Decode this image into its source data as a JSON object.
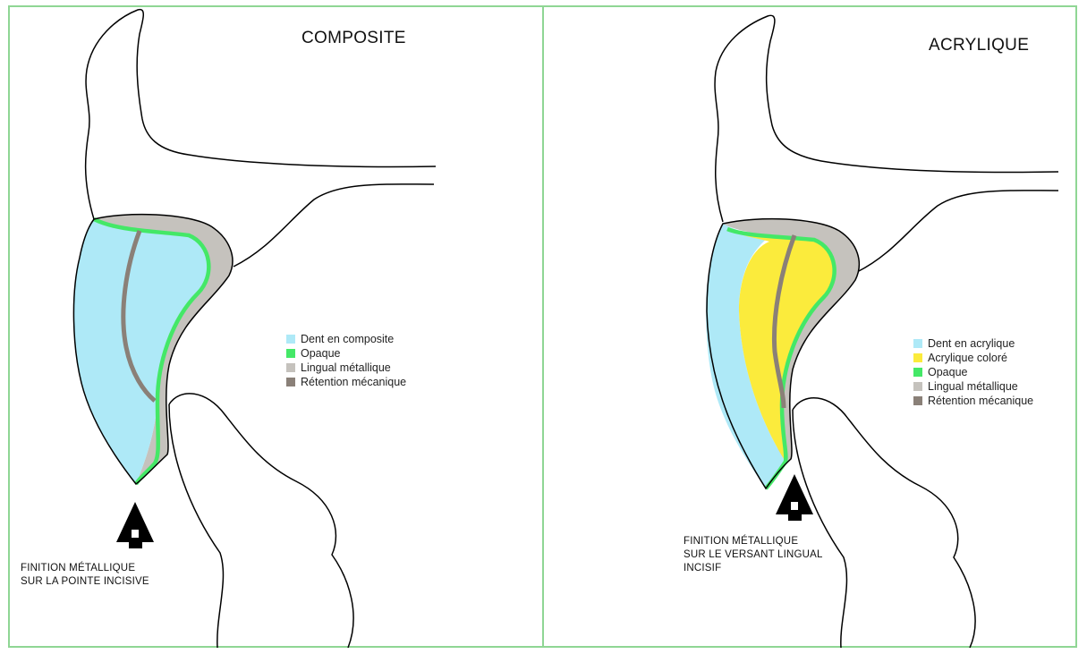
{
  "colors": {
    "dent": "#aee9f7",
    "opaque": "#44e867",
    "lingual": "#c5c2bd",
    "retention": "#8a8078",
    "acrylique": "#fbeb3c",
    "border": "#8fd694"
  },
  "composite": {
    "title": "COMPOSITE",
    "legend": [
      {
        "label": "Dent en composite",
        "color": "#aee9f7"
      },
      {
        "label": "Opaque",
        "color": "#44e867"
      },
      {
        "label": "Lingual métallique",
        "color": "#c5c2bd"
      },
      {
        "label": "Rétention mécanique",
        "color": "#8a8078"
      }
    ],
    "caption": [
      "FINITION MÉTALLIQUE",
      "SUR LA POINTE INCISIVE"
    ]
  },
  "acrylique": {
    "title": "ACRYLIQUE",
    "legend": [
      {
        "label": "Dent en acrylique",
        "color": "#aee9f7"
      },
      {
        "label": "Acrylique coloré",
        "color": "#fbeb3c"
      },
      {
        "label": "Opaque",
        "color": "#44e867"
      },
      {
        "label": "Lingual métallique",
        "color": "#c5c2bd"
      },
      {
        "label": "Rétention mécanique",
        "color": "#8a8078"
      }
    ],
    "caption": [
      "FINITION MÉTALLIQUE",
      "SUR LE VERSANT LINGUAL",
      "INCISIF"
    ]
  }
}
